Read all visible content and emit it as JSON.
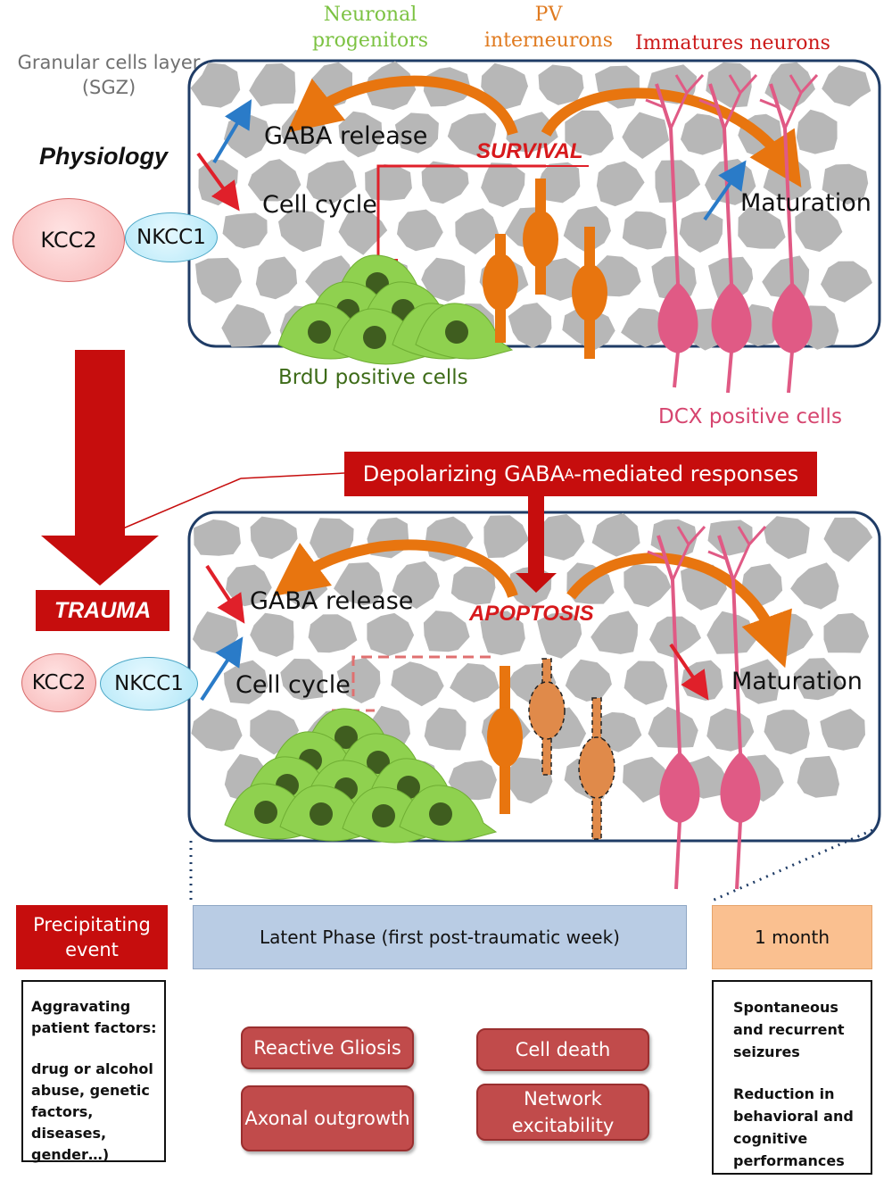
{
  "labels": {
    "granular": "Granular cells layer (SGZ)",
    "neuronal_progenitors": "Neuronal progenitors",
    "pv_interneurons": "PV interneurons",
    "immature_neurons": "Immatures neurons",
    "physiology": "Physiology",
    "gaba_release": "GABA release",
    "survival": "SURVIVAL",
    "cell_cycle": "Cell cycle",
    "maturation": "Maturation",
    "kcc2": "KCC2",
    "nkcc1": "NKCC1",
    "brdu": "BrdU positive cells",
    "dcx": "DCX positive cells",
    "depolarizing_pre": "Depolarizing GABA",
    "depolarizing_sub": "A",
    "depolarizing_post": "-mediated responses",
    "trauma": "TRAUMA",
    "apoptosis": "APOPTOSIS"
  },
  "timeline": {
    "precipitating": "Precipitating event",
    "latent": "Latent Phase (first post-traumatic week)",
    "month": "1 month"
  },
  "aggravating": {
    "title": "Aggravating patient factors:",
    "body": "drug or alcohol abuse, genetic factors, diseases, gender…)"
  },
  "outcomes": {
    "seizures": "Spontaneous and recurrent seizures",
    "reduction": "Reduction in behavioral and cognitive performances"
  },
  "processes": {
    "reactive_gliosis": "Reactive Gliosis",
    "cell_death": "Cell death",
    "axonal_outgrowth": "Axonal outgrowth",
    "network_excitability": "Network excitability"
  },
  "colors": {
    "granule_cell": "#b7b7b7",
    "progenitor": "#8fd14f",
    "pv_interneuron": "#e8750f",
    "dcx_neuron": "#e05a85",
    "trauma_red": "#c60d0d",
    "increase_arrow": "#2a7bc8",
    "decrease_arrow": "#e0202a",
    "panel_border": "#1f3c66"
  }
}
